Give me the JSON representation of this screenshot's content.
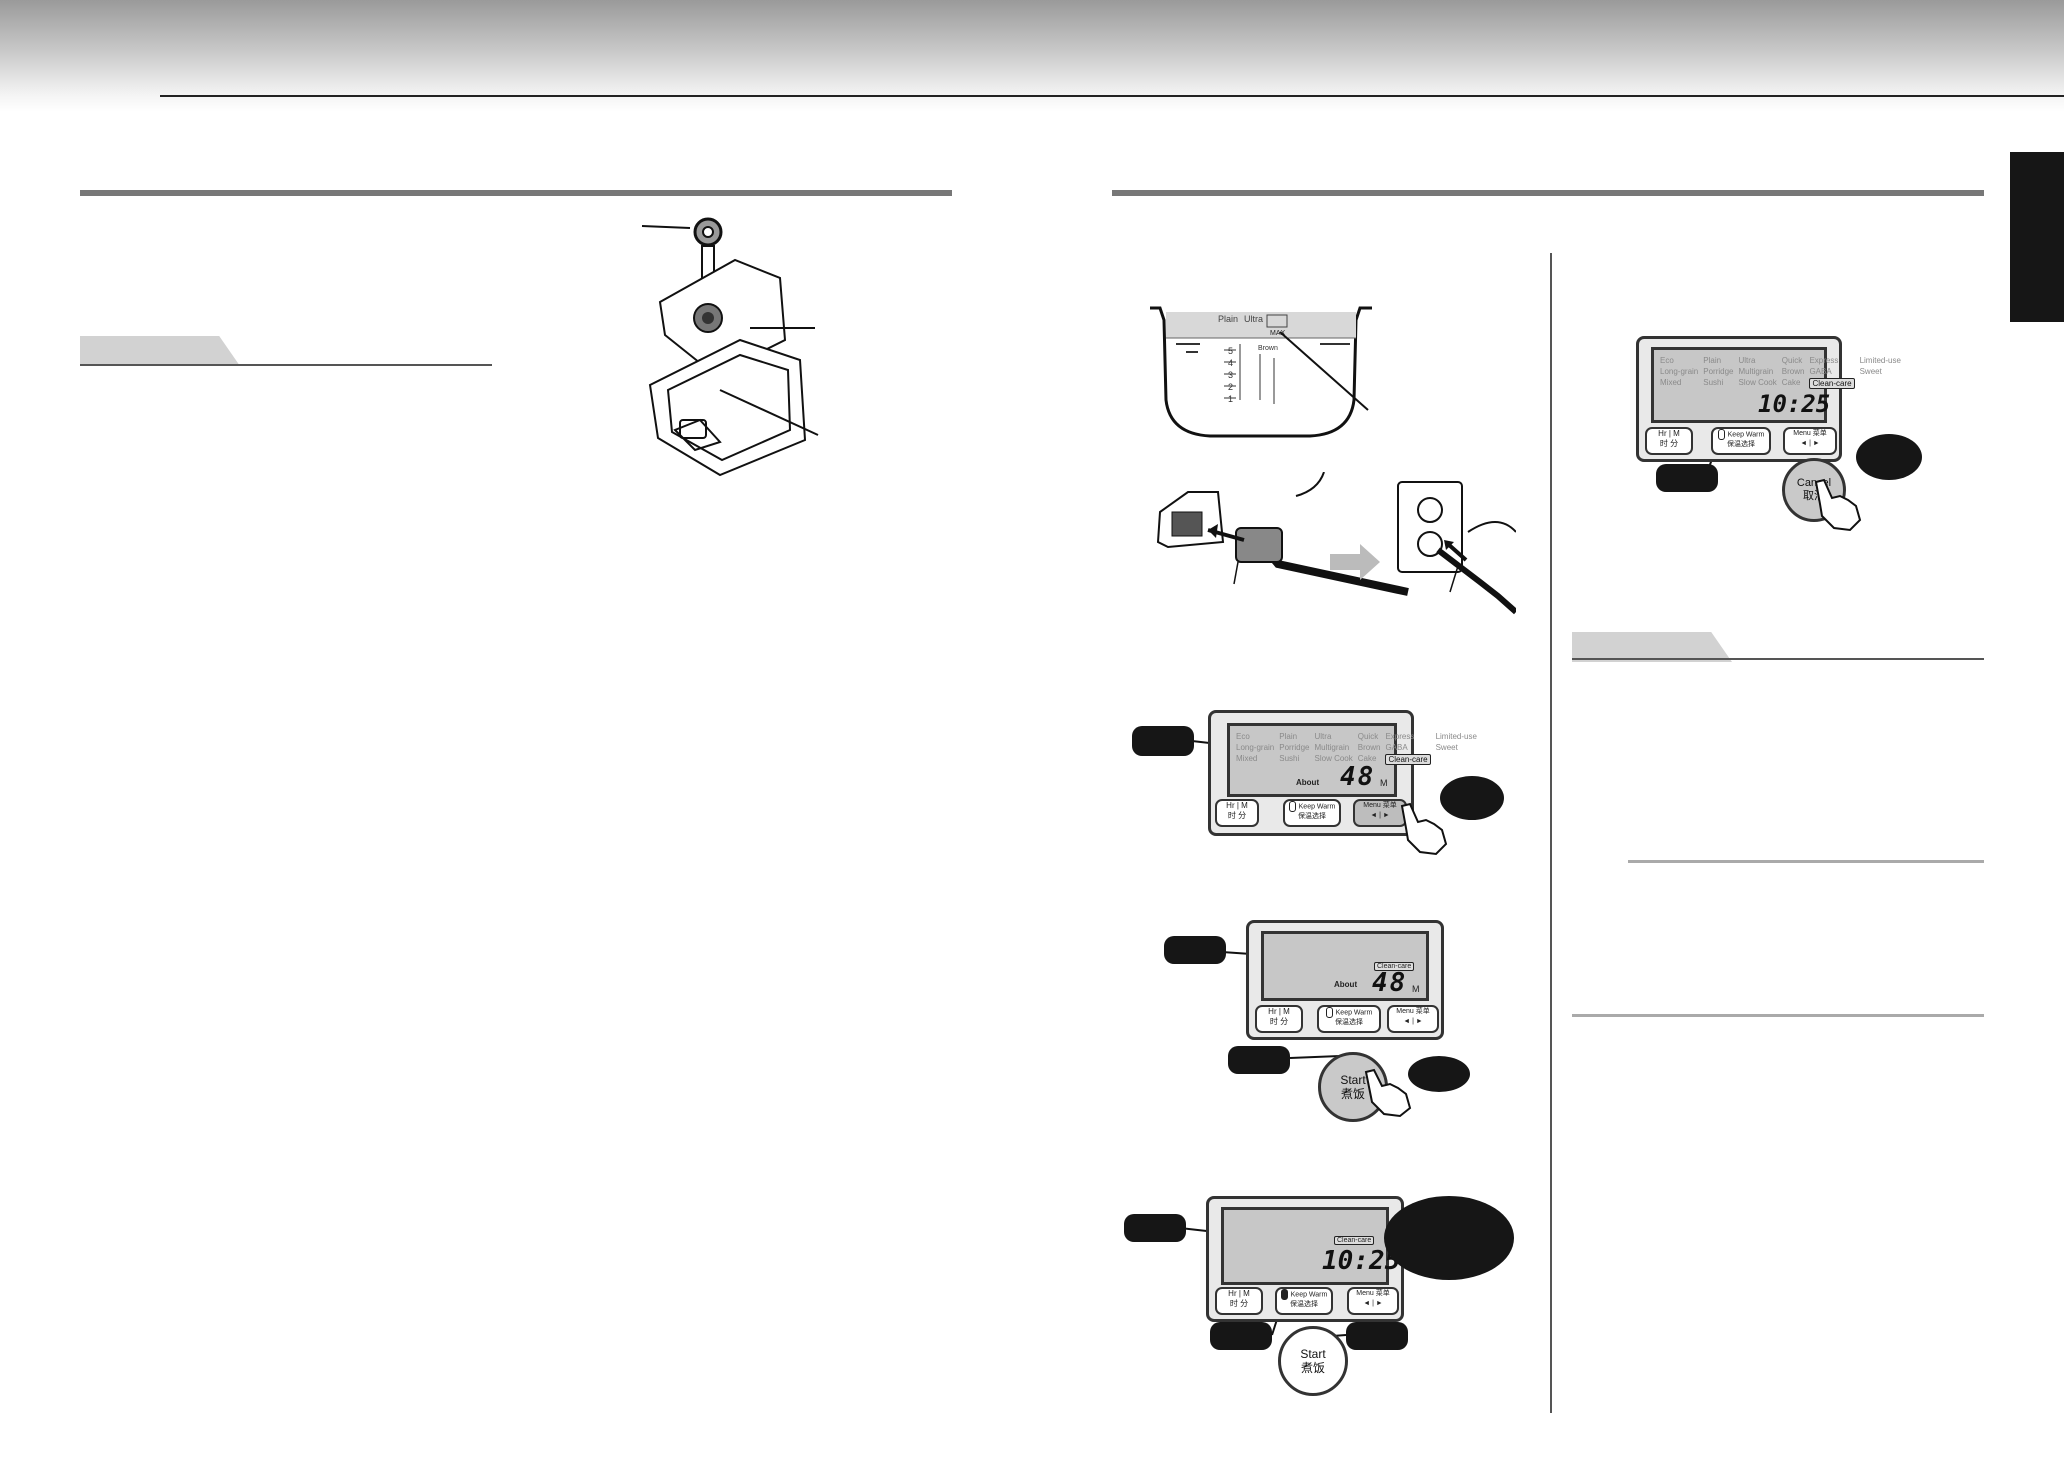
{
  "lcd_panels": [
    {
      "menu_row1": [
        "Eco",
        "Plain",
        "Ultra",
        "Quick",
        "Express",
        "Limited-use"
      ],
      "menu_row2": [
        "Long-grain",
        "Porridge",
        "Multigrain",
        "Brown",
        "GABA",
        "Sweet"
      ],
      "menu_row3": [
        "Mixed",
        "Sushi",
        "Slow Cook",
        "Cake"
      ],
      "selected": "Clean-care",
      "about": "About",
      "digits": "48",
      "unit": "M"
    },
    {
      "selected": "Clean-care",
      "about": "About",
      "digits": "48",
      "unit": "M"
    },
    {
      "selected": "Clean-care",
      "digits": "10:25"
    },
    {
      "menu_row1": [
        "Eco",
        "Plain",
        "Ultra",
        "Quick",
        "Express",
        "Limited-use"
      ],
      "menu_row2": [
        "Long-grain",
        "Porridge",
        "Multigrain",
        "Brown",
        "GABA",
        "Sweet"
      ],
      "menu_row3": [
        "Mixed",
        "Sushi",
        "Slow Cook",
        "Cake"
      ],
      "selected": "Clean-care",
      "digits": "10:25"
    }
  ],
  "buttons": {
    "hr": "Hr",
    "hr_cn": "时",
    "m": "M",
    "m_cn": "分",
    "keep_warm": "Keep Warm",
    "keep_warm_cn": "保温选择",
    "menu": "Menu 菜单",
    "arrows": "◄ | ►",
    "start": "Start",
    "start_cn": "煮饭",
    "cancel": "Cancel",
    "cancel_cn": "取消"
  },
  "pot": {
    "col1": "Plain",
    "col2": "Ultra",
    "col3": "Brown",
    "max": "MAX",
    "marks": [
      "5",
      "4",
      "3",
      "2",
      "1"
    ]
  }
}
